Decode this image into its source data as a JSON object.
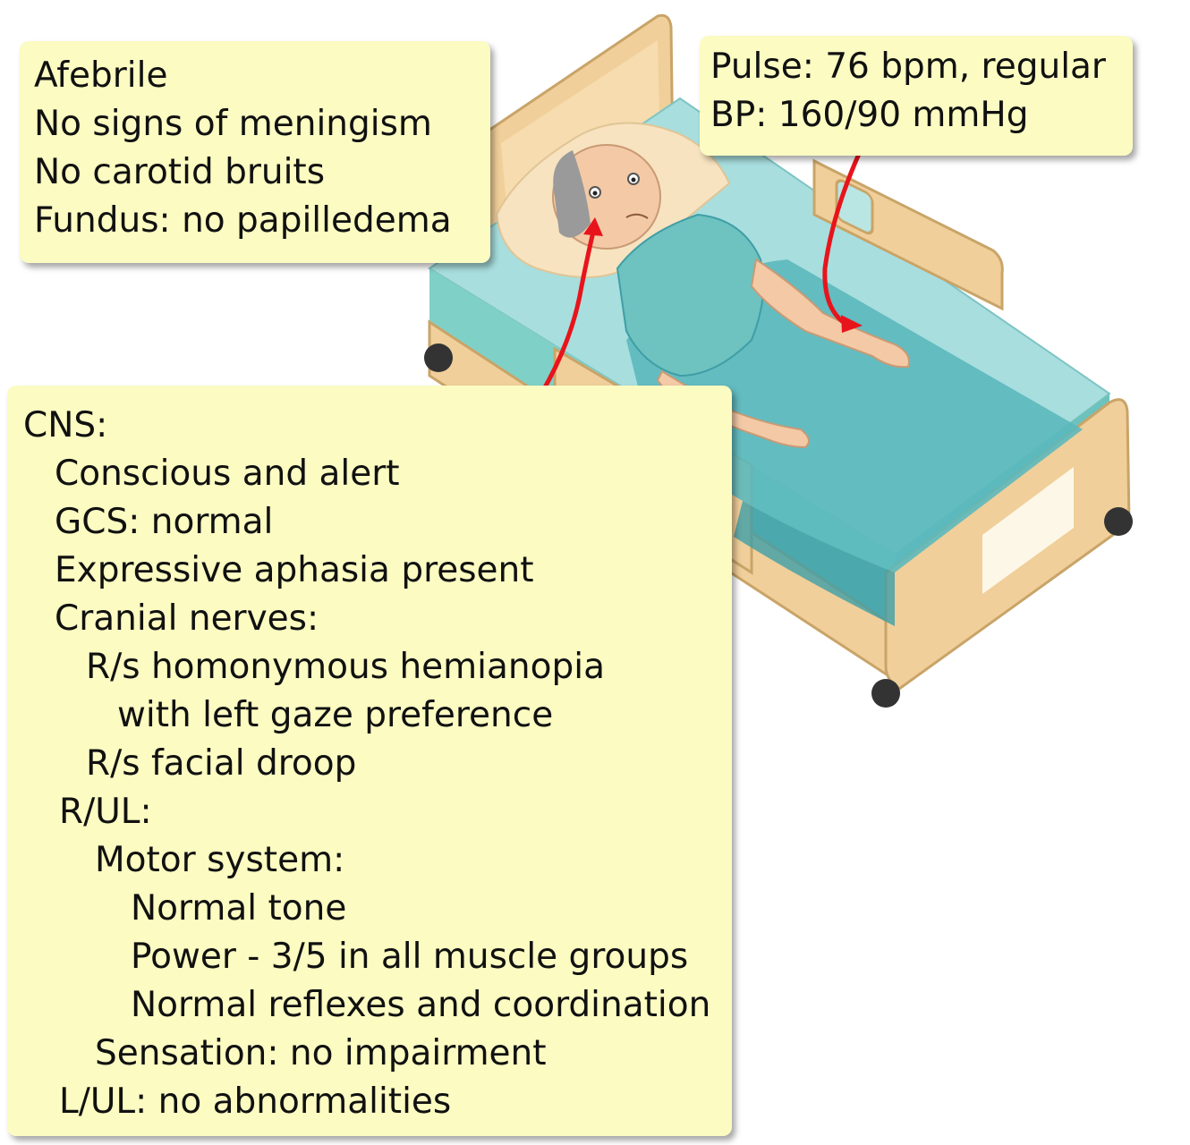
{
  "notes": {
    "general": [
      "Afebrile",
      "No signs of meningism",
      "No carotid bruits",
      "Fundus: no papilledema"
    ],
    "vitals": [
      "Pulse: 76 bpm, regular",
      "BP: 160/90 mmHg"
    ],
    "cns": [
      "CNS:",
      "Conscious and alert",
      "GCS: normal",
      "Expressive aphasia present",
      "Cranial nerves:",
      "R/s homonymous hemianopia",
      "with left gaze preference",
      "R/s facial droop",
      "R/UL:",
      "Motor system:",
      "Normal tone",
      "Power - 3/5 in all muscle groups",
      "Normal reflexes and coordination",
      "Sensation: no impairment",
      "L/UL: no abnormalities"
    ]
  },
  "colors": {
    "note_background": "#fbfbc2",
    "arrow": "#e8141b",
    "bed_wood": "#f0cf9a",
    "sheet": "#5bb8bd",
    "gown": "#6ec2bf"
  }
}
